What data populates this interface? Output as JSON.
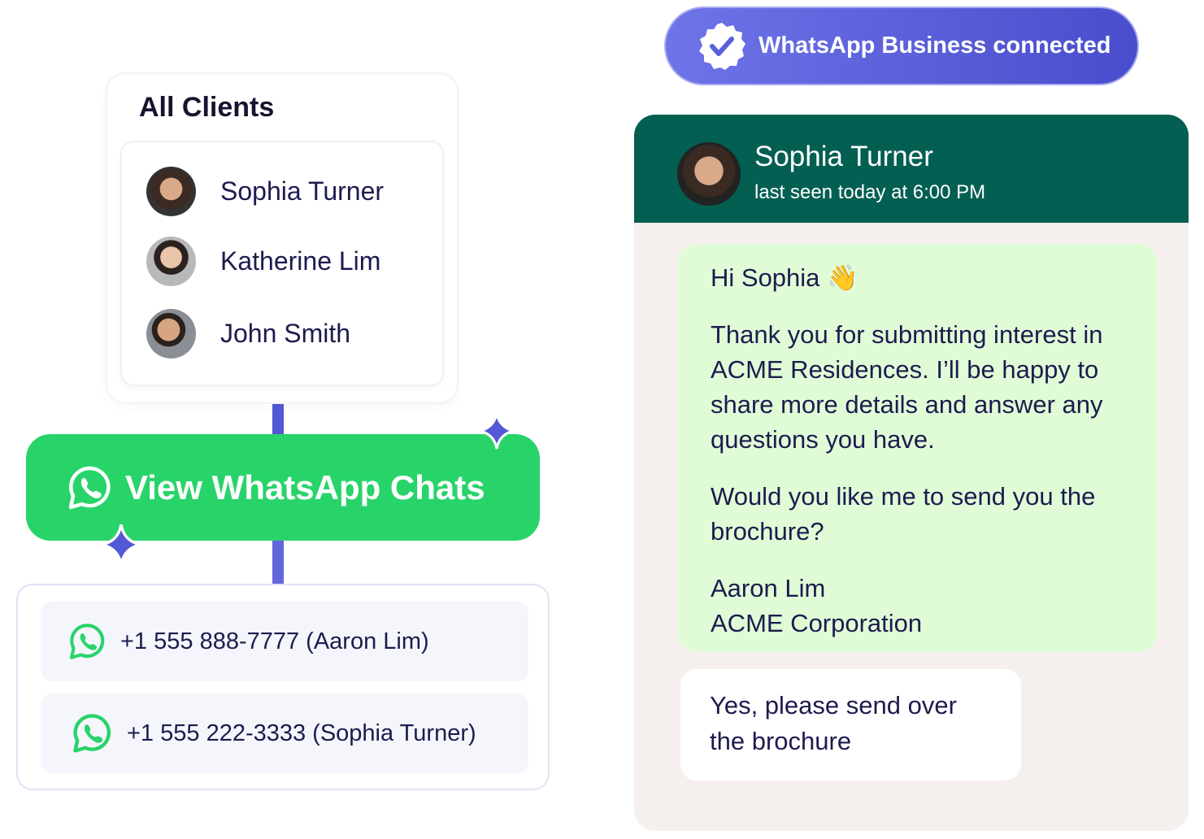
{
  "badge": {
    "label": "WhatsApp Business connected",
    "icon": "verified-check-icon"
  },
  "chat": {
    "contact_name": "Sophia Turner",
    "status": "last seen today at 6:00 PM",
    "incoming": {
      "greeting": "Hi Sophia",
      "emoji": "👋",
      "paragraph1": "Thank you for submitting interest in ACME Residences. I’ll be happy to share more details and answer any questions you have.",
      "paragraph2": "Would you like me to send you the brochure?",
      "signature_name": "Aaron Lim",
      "signature_company": "ACME Corporation"
    },
    "outgoing": "Yes, please send over the brochure"
  },
  "clients": {
    "title": "All Clients",
    "items": [
      {
        "name": "Sophia Turner"
      },
      {
        "name": "Katherine Lim"
      },
      {
        "name": "John Smith"
      }
    ]
  },
  "cta": {
    "label": "View WhatsApp Chats"
  },
  "numbers": [
    {
      "label": "+1 555 888-7777 (Aaron Lim)"
    },
    {
      "label": "+1 555 222-3333 (Sophia Turner)"
    }
  ],
  "colors": {
    "accent": "#5258d6",
    "whatsapp_green": "#28d46a",
    "chat_header": "#035f52",
    "bubble": "#e0fcd6"
  }
}
